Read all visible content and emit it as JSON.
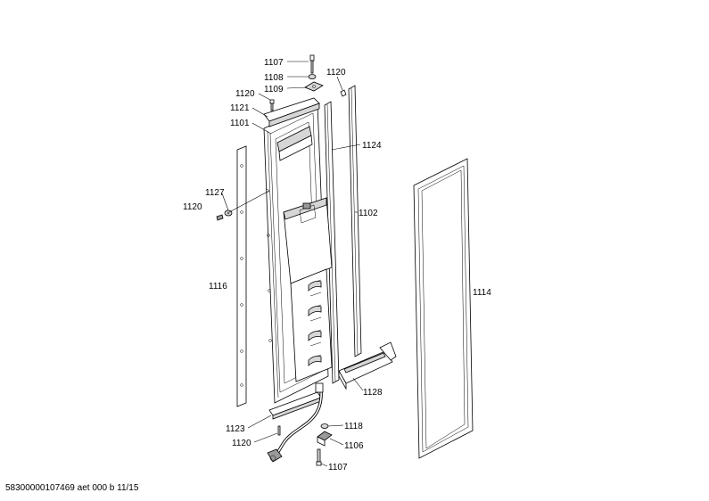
{
  "labels": {
    "p1107_top": "1107",
    "p1108": "1108",
    "p1109": "1109",
    "p1120_top_right": "1120",
    "p1120_top_left": "1120",
    "p1121": "1121",
    "p1101": "1101",
    "p1124": "1124",
    "p1127": "1127",
    "p1120_left": "1120",
    "p1102": "1102",
    "p1116": "1116",
    "p1114": "1114",
    "p1128": "1128",
    "p1123": "1123",
    "p1118": "1118",
    "p1120_bottom": "1120",
    "p1106": "1106",
    "p1107_bottom": "1107"
  },
  "footer": "58300000107469 aet 000 b 11/15"
}
